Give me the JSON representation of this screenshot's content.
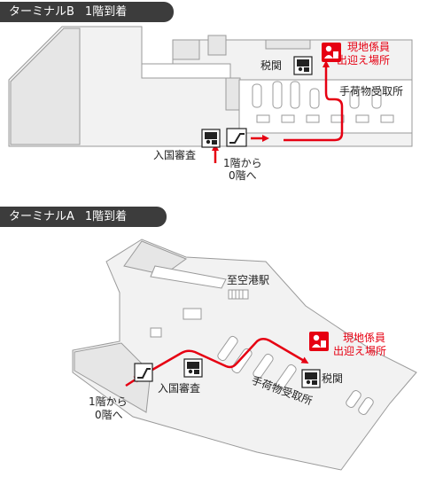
{
  "terminal_b": {
    "title": "ターミナルB",
    "floor": "1階到着",
    "labels": {
      "meeting_point_line1": "現地係員",
      "meeting_point_line2": "出迎え場所",
      "customs": "税関",
      "baggage_claim": "手荷物受取所",
      "immigration": "入国審査",
      "from_floor_line1": "1階から",
      "from_floor_line2": "0階へ"
    }
  },
  "terminal_a": {
    "title": "ターミナルA",
    "floor": "1階到着",
    "labels": {
      "to_airport_station": "至空港駅",
      "meeting_point_line1": "現地係員",
      "meeting_point_line2": "出迎え場所",
      "customs": "税関",
      "baggage_claim": "手荷物受取所",
      "immigration": "入国審査",
      "from_floor_line1": "1階から",
      "from_floor_line2": "0階へ"
    }
  },
  "colors": {
    "route": "#e60012",
    "tab_bg": "#3c3c3c",
    "floor_fill": "#f2f2f2",
    "outline": "#9a9a9a"
  },
  "icons": [
    "staff-person-icon",
    "customs-officer-icon",
    "immigration-officer-icon",
    "escalator-icon"
  ]
}
